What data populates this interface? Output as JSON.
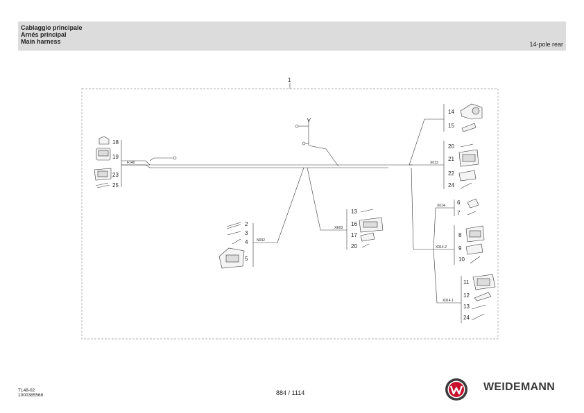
{
  "header": {
    "title_it": "Cablaggio principale",
    "title_fr": "Arnés principal",
    "title_en": "Main harness",
    "subtitle": "14-pole rear"
  },
  "diagram": {
    "assembly_label": "1",
    "labels": {
      "f140": "F140",
      "n032": "N032",
      "xe03": "XE03",
      "x013": "X013",
      "x014": "X014",
      "x014_2": "X014.2",
      "x014_1": "X014.1"
    },
    "left_group": [
      "18",
      "19",
      "23",
      "25"
    ],
    "n032_group": [
      "2",
      "3",
      "4",
      "5"
    ],
    "xe03_group": [
      "13",
      "16",
      "17",
      "20"
    ],
    "x013_group": [
      "14",
      "15",
      "20",
      "21",
      "22",
      "24"
    ],
    "x014_group": [
      "6",
      "7"
    ],
    "x014_2_group": [
      "8",
      "9",
      "10"
    ],
    "x014_1_group": [
      "11",
      "12",
      "13",
      "24"
    ]
  },
  "footer": {
    "code_line1": "TL48-02",
    "code_line2": "1000385568",
    "page": "884 / 1114",
    "brand": "WEIDEMANN"
  }
}
